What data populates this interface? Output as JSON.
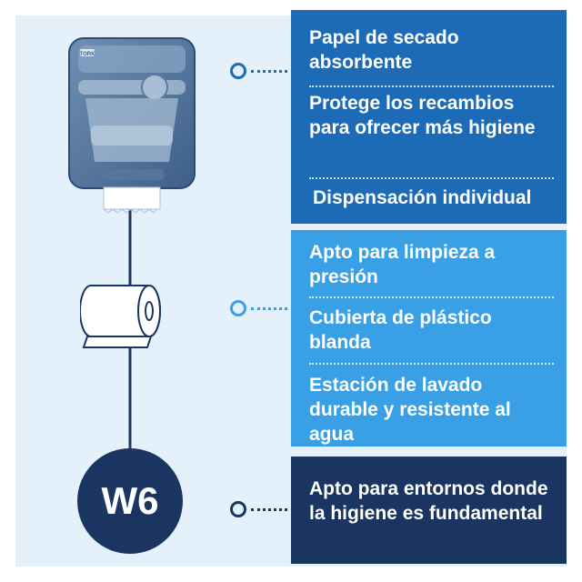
{
  "colors": {
    "panel_bg": "#e4f1fb",
    "dark_blue": "#1d6bb7",
    "light_blue": "#3aa0e6",
    "navy": "#1b3563",
    "connector_mid": "#3aa0e6"
  },
  "icons": [
    "dispenser-icon",
    "paper-roll-icon"
  ],
  "dispenser": {
    "brand": "TORK"
  },
  "groups": [
    {
      "items": [
        "Papel de secado absorbente",
        "Protege los recambios para ofrecer más higiene",
        "Dispensación individual"
      ]
    },
    {
      "items": [
        "Apto para limpieza a presión",
        "Cubierta de plástico blanda",
        "Estación de lavado durable y resistente al agua"
      ]
    },
    {
      "items": [
        "Apto para entornos donde la higiene es fundamental"
      ]
    }
  ],
  "badge": {
    "label": "W6"
  }
}
